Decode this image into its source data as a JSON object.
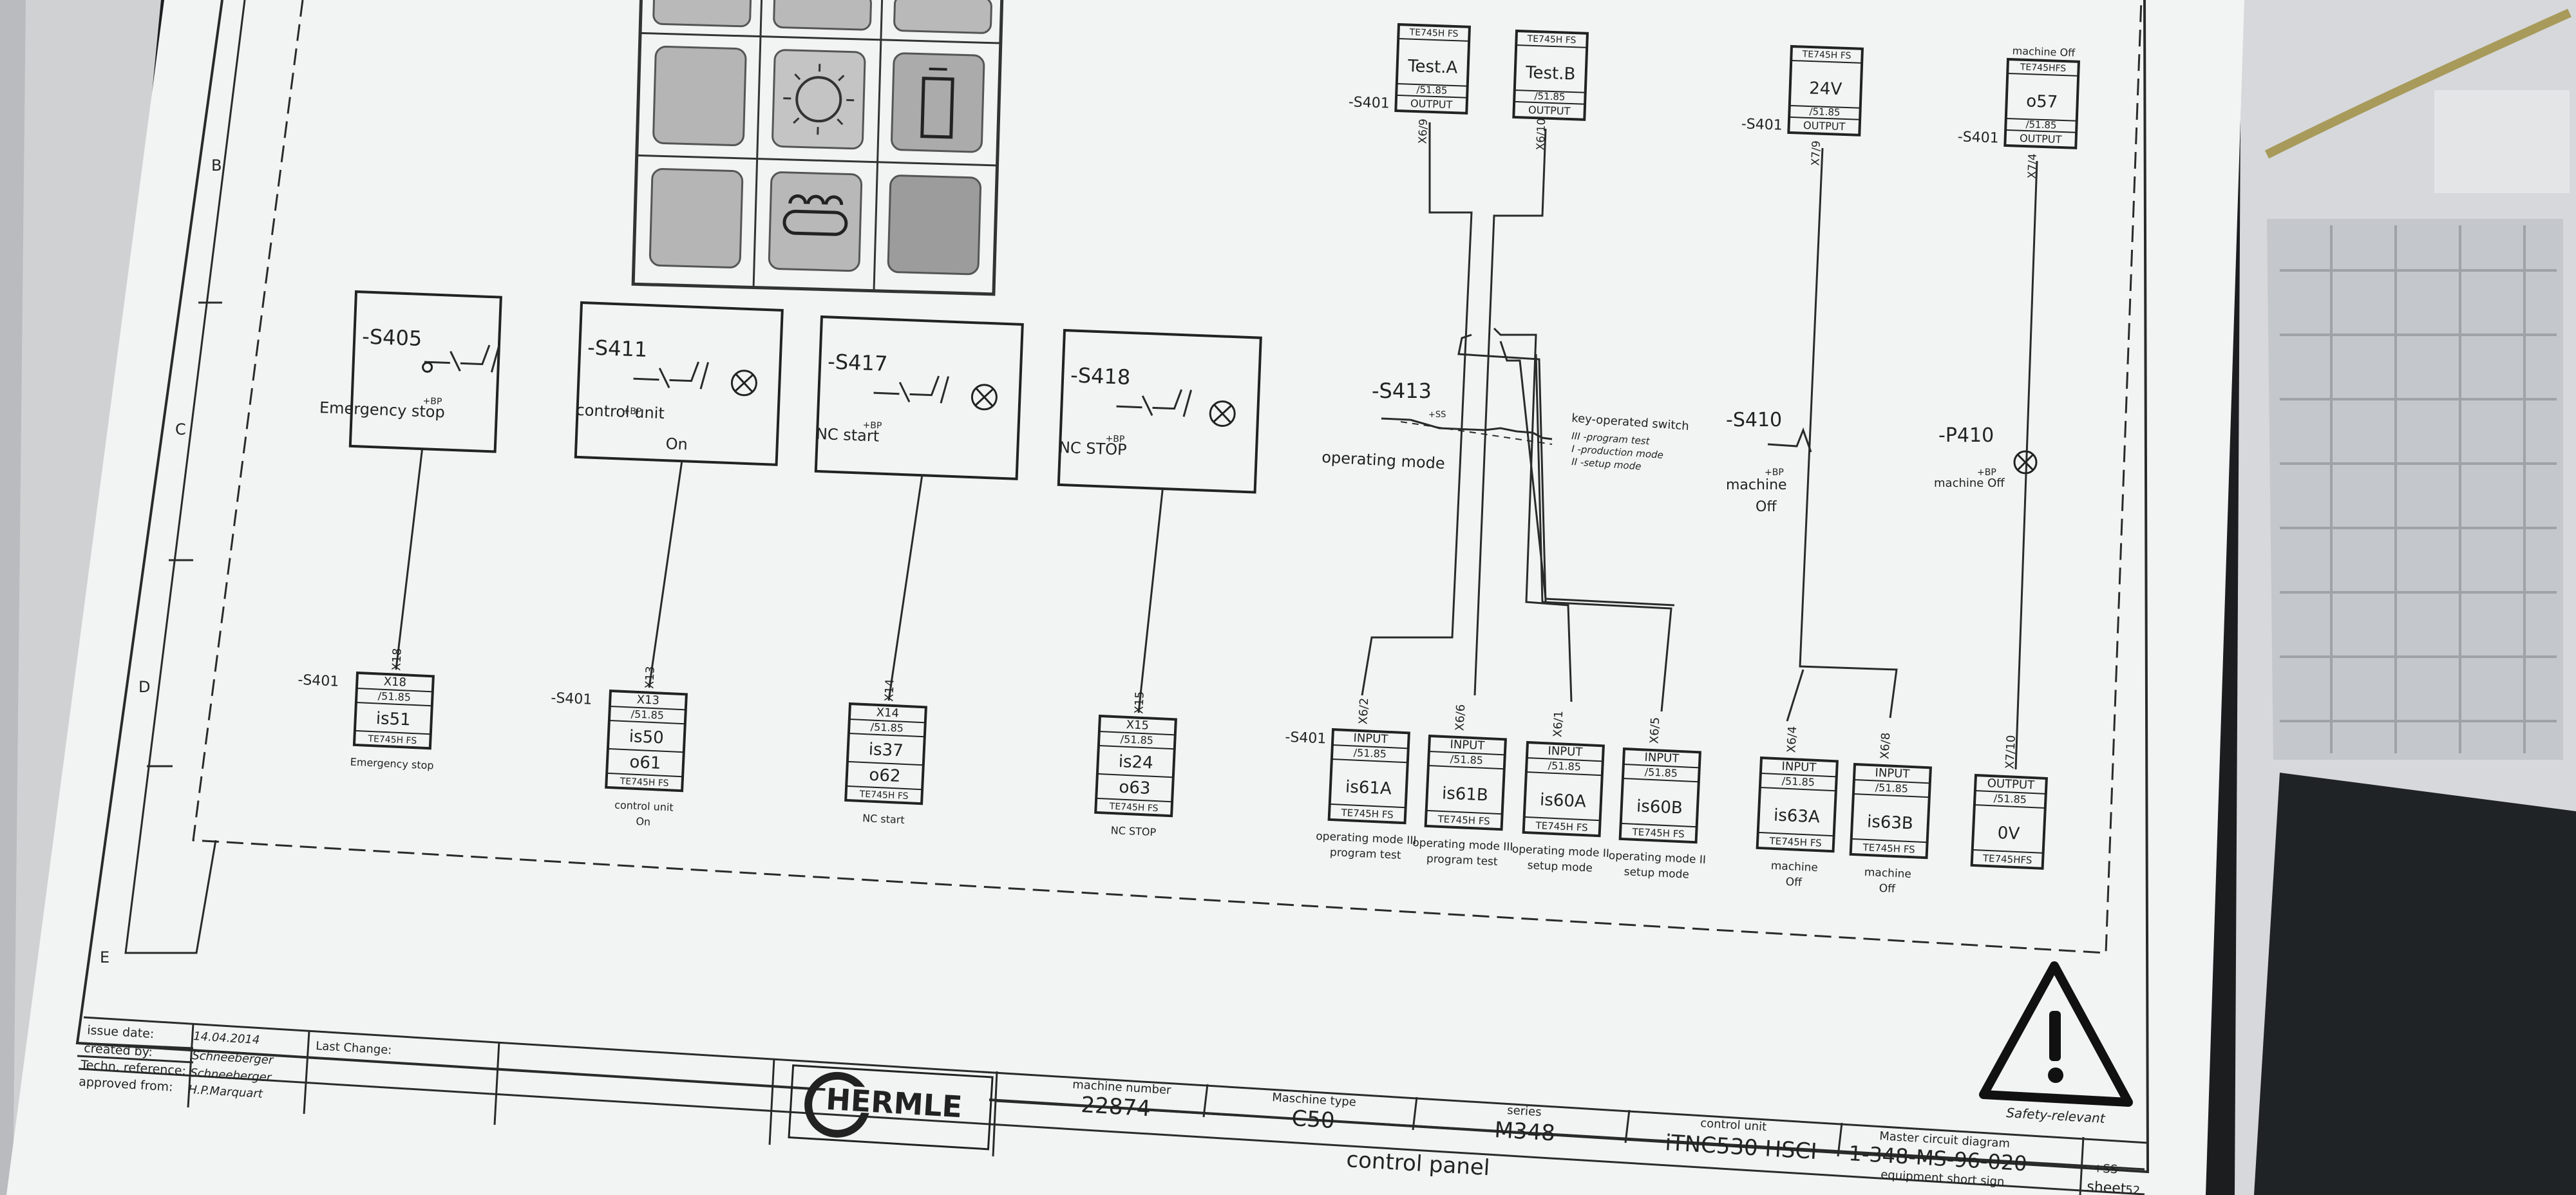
{
  "rows": [
    "B",
    "C",
    "D",
    "E"
  ],
  "switches": [
    {
      "id": "-S405",
      "label": "Emergency stop",
      "bp": "+BP"
    },
    {
      "id": "-S411",
      "label": "control unit",
      "label2": "On",
      "bp": "+BP"
    },
    {
      "id": "-S417",
      "label": "NC start",
      "bp": "+BP"
    },
    {
      "id": "-S418",
      "label": "NC STOP",
      "bp": "+BP"
    }
  ],
  "bottom_terminals": [
    {
      "x_tag": "X18",
      "s401": "-S401",
      "header": "X18",
      "ref": "/51.85",
      "sig1": "is51",
      "sig2": "",
      "footer": "TE745H FS",
      "caption": "Emergency stop",
      "caption2": ""
    },
    {
      "x_tag": "X13",
      "s401": "-S401",
      "header": "X13",
      "ref": "/51.85",
      "sig1": "is50",
      "sig2": "o61",
      "footer": "TE745H FS",
      "caption": "control unit",
      "caption2": "On"
    },
    {
      "x_tag": "X14",
      "s401": "",
      "header": "X14",
      "ref": "/51.85",
      "sig1": "is37",
      "sig2": "o62",
      "footer": "TE745H FS",
      "caption": "NC start",
      "caption2": ""
    },
    {
      "x_tag": "X15",
      "s401": "",
      "header": "X15",
      "ref": "/51.85",
      "sig1": "is24",
      "sig2": "o63",
      "footer": "TE745H FS",
      "caption": "NC STOP",
      "caption2": ""
    }
  ],
  "top_outputs": [
    {
      "s401": "-S401",
      "header": "TE745H FS",
      "sig": "Test.A",
      "ref": "/51.85",
      "footer": "OUTPUT",
      "x_tag": "X6/9",
      "note": ""
    },
    {
      "s401": "",
      "header": "TE745H FS",
      "sig": "Test.B",
      "ref": "/51.85",
      "footer": "OUTPUT",
      "x_tag": "X6/10",
      "note": ""
    },
    {
      "s401": "-S401",
      "header": "TE745H FS",
      "sig": "24V",
      "ref": "/51.85",
      "footer": "OUTPUT",
      "x_tag": "X7/9",
      "note": ""
    },
    {
      "s401": "-S401",
      "header": "TE745HFS",
      "sig": "o57",
      "ref": "/51.85",
      "footer": "OUTPUT",
      "x_tag": "X7/4",
      "note": "machine Off"
    }
  ],
  "mode_switch": {
    "id": "-S413",
    "sub": "+SS",
    "label": "operating mode",
    "legend_title": "key-operated switch",
    "legend": [
      "III -program test",
      "I -production mode",
      "II -setup mode"
    ]
  },
  "s410": {
    "id": "-S410",
    "bp": "+BP",
    "label": "machine",
    "label2": "Off"
  },
  "p410": {
    "id": "-P410",
    "bp": "+BP",
    "label": "machine Off"
  },
  "input_blocks": [
    {
      "x_tag": "X6/2",
      "s401": "-S401",
      "header": "INPUT",
      "ref": "/51.85",
      "sig": "is61A",
      "footer": "TE745H FS",
      "caption": "operating mode III",
      "caption2": "program test"
    },
    {
      "x_tag": "X6/6",
      "s401": "",
      "header": "INPUT",
      "ref": "/51.85",
      "sig": "is61B",
      "footer": "TE745H FS",
      "caption": "operating mode III",
      "caption2": "program test"
    },
    {
      "x_tag": "X6/1",
      "s401": "",
      "header": "INPUT",
      "ref": "/51.85",
      "sig": "is60A",
      "footer": "TE745H FS",
      "caption": "operating mode II",
      "caption2": "setup mode"
    },
    {
      "x_tag": "X6/5",
      "s401": "",
      "header": "INPUT",
      "ref": "/51.85",
      "sig": "is60B",
      "footer": "TE745H FS",
      "caption": "operating mode II",
      "caption2": "setup mode"
    },
    {
      "x_tag": "X6/4",
      "s401": "",
      "header": "INPUT",
      "ref": "/51.85",
      "sig": "is63A",
      "footer": "TE745H FS",
      "caption": "machine",
      "caption2": "Off"
    },
    {
      "x_tag": "X6/8",
      "s401": "",
      "header": "INPUT",
      "ref": "/51.85",
      "sig": "is63B",
      "footer": "TE745H FS",
      "caption": "machine",
      "caption2": "Off"
    }
  ],
  "out_0v": {
    "x_tag": "X7/10",
    "header": "OUTPUT",
    "ref": "/51.85",
    "sig": "0V",
    "footer": "TE745HFS"
  },
  "warning": {
    "caption": "Safety-relevant"
  },
  "title_block": {
    "issue_date_label": "issue date:",
    "issue_date": "14.04.2014",
    "last_change_label": "Last Change:",
    "created_by_label": "created by:",
    "created_by": "Schneeberger",
    "techn_ref_label": "Techn. reference:",
    "techn_ref": "Schneeberger",
    "approved_label": "approved from:",
    "approved": "H.P.Marquart",
    "company": "HERMLE",
    "machine_number_label": "machine number",
    "machine_number": "22874",
    "machine_type_label": "Maschine type",
    "machine_type": "C50",
    "series_label": "series",
    "series": "M348",
    "control_unit_label": "control unit",
    "control_unit": "iTNC530 HSCI",
    "master_label": "Master circuit diagram",
    "master": "1-348-MS-96-020",
    "short_sign_label": "equipment short sign",
    "page_title": "control panel",
    "ss": "+SS",
    "sheet_label": "sheet",
    "sheet": "52"
  }
}
